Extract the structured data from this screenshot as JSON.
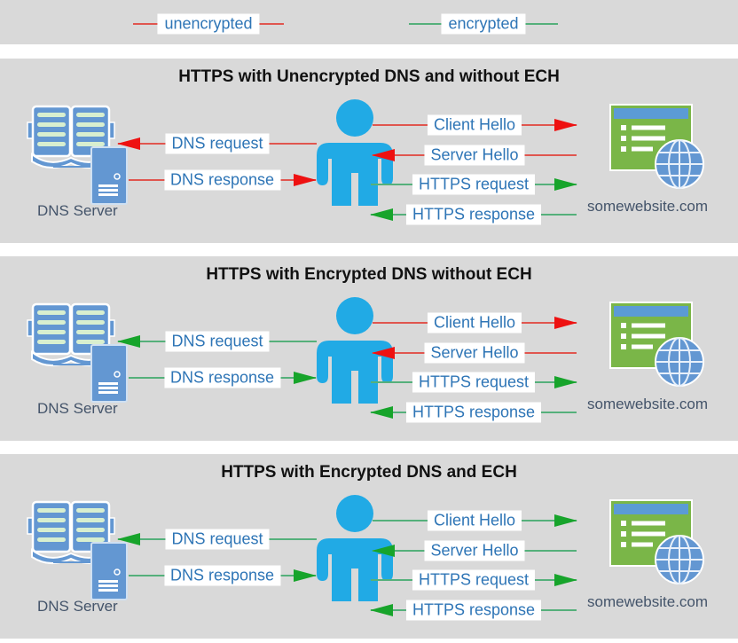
{
  "colors": {
    "unencrypted": "#ee1111",
    "encrypted": "#17a42b",
    "panel_background": "#d9d9d9",
    "label_text": "#2e75b6",
    "caption_text": "#44546a",
    "person_blue": "#21aae5",
    "icon_blue": "#6397d2",
    "browser_green": "#7ab648",
    "browser_titlebar_blue": "#5b9bd5"
  },
  "legend": {
    "items": [
      {
        "label": "unencrypted",
        "color": "red"
      },
      {
        "label": "encrypted",
        "color": "green"
      }
    ]
  },
  "panels": [
    {
      "title": "HTTPS with Unencrypted DNS and without ECH",
      "dns_server": {
        "label": "DNS Server"
      },
      "website": {
        "label": "somewebsite.com"
      },
      "dns_arrows": [
        {
          "label": "DNS request",
          "direction": "left",
          "color": "red"
        },
        {
          "label": "DNS response",
          "direction": "right",
          "color": "red"
        }
      ],
      "web_arrows": [
        {
          "label": "Client Hello",
          "direction": "right",
          "color": "red"
        },
        {
          "label": "Server Hello",
          "direction": "left",
          "color": "red"
        },
        {
          "label": "HTTPS request",
          "direction": "right",
          "color": "green"
        },
        {
          "label": "HTTPS response",
          "direction": "left",
          "color": "green"
        }
      ]
    },
    {
      "title": "HTTPS with Encrypted DNS without ECH",
      "dns_server": {
        "label": "DNS Server"
      },
      "website": {
        "label": "somewebsite.com"
      },
      "dns_arrows": [
        {
          "label": "DNS request",
          "direction": "left",
          "color": "green"
        },
        {
          "label": "DNS response",
          "direction": "right",
          "color": "green"
        }
      ],
      "web_arrows": [
        {
          "label": "Client Hello",
          "direction": "right",
          "color": "red"
        },
        {
          "label": "Server Hello",
          "direction": "left",
          "color": "red"
        },
        {
          "label": "HTTPS request",
          "direction": "right",
          "color": "green"
        },
        {
          "label": "HTTPS response",
          "direction": "left",
          "color": "green"
        }
      ]
    },
    {
      "title": "HTTPS with Encrypted DNS and ECH",
      "dns_server": {
        "label": "DNS Server"
      },
      "website": {
        "label": "somewebsite.com"
      },
      "dns_arrows": [
        {
          "label": "DNS request",
          "direction": "left",
          "color": "green"
        },
        {
          "label": "DNS response",
          "direction": "right",
          "color": "green"
        }
      ],
      "web_arrows": [
        {
          "label": "Client Hello",
          "direction": "right",
          "color": "green"
        },
        {
          "label": "Server Hello",
          "direction": "left",
          "color": "green"
        },
        {
          "label": "HTTPS request",
          "direction": "right",
          "color": "green"
        },
        {
          "label": "HTTPS response",
          "direction": "left",
          "color": "green"
        }
      ]
    }
  ]
}
